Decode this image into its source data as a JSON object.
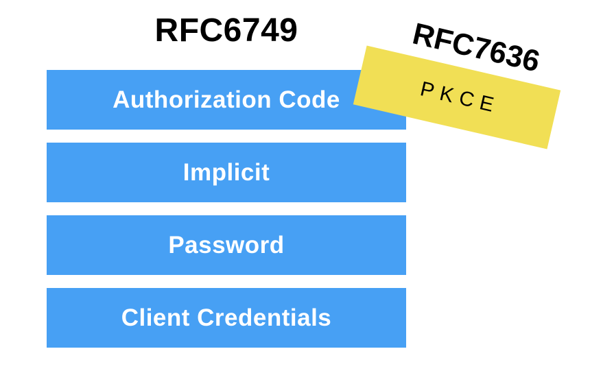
{
  "colors": {
    "bar_blue": "#47A0F4",
    "sticker_yellow": "#F1DF55",
    "title_black": "#000000",
    "bar_text": "#FFFFFF"
  },
  "diagram": {
    "rfc6749_title": "RFC6749",
    "rfc7636_title": "RFC7636",
    "sticker_label": "PKCE",
    "grant_types": [
      {
        "label": "Authorization Code"
      },
      {
        "label": "Implicit"
      },
      {
        "label": "Password"
      },
      {
        "label": "Client Credentials"
      }
    ]
  }
}
